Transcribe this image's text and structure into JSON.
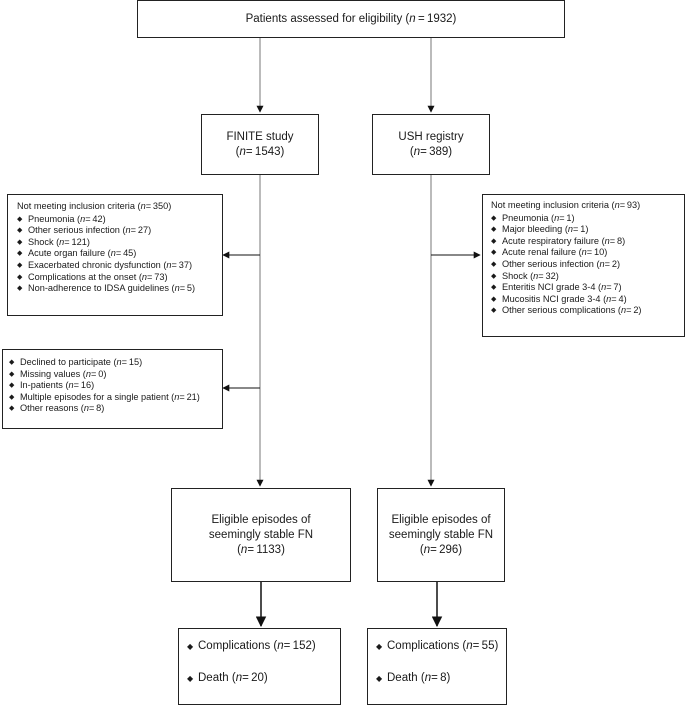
{
  "root": {
    "label": "Patients assessed for eligibility (",
    "n": "n",
    "value": " = 1932)"
  },
  "finite": {
    "title": "FINITE study",
    "count": "= 1543)"
  },
  "ush": {
    "title": "USH registry",
    "count": "= 389)"
  },
  "finite_excl": {
    "header": "Not meeting inclusion criteria (",
    "header_n": "= 350)",
    "items": [
      {
        "label": "Pneumonia (",
        "n": "= 42)"
      },
      {
        "label": "Other serious infection (",
        "n": "= 27)"
      },
      {
        "label": "Shock (",
        "n": "= 121)"
      },
      {
        "label": "Acute organ failure (",
        "n": "= 45)"
      },
      {
        "label": "Exacerbated chronic dysfunction (",
        "n": "= 37)"
      },
      {
        "label": "Complications at the onset (",
        "n": "= 73)"
      },
      {
        "label": "Non-adherence to IDSA guidelines (",
        "n": "= 5)"
      }
    ]
  },
  "finite_other": {
    "items": [
      {
        "label": "Declined to participate (",
        "n": "= 15)"
      },
      {
        "label": "Missing values (",
        "n": "= 0)"
      },
      {
        "label": "In-patients (",
        "n": "= 16)"
      },
      {
        "label": "Multiple episodes for a single patient (",
        "n": "= 21)"
      },
      {
        "label": "Other reasons (",
        "n": "= 8)"
      }
    ]
  },
  "ush_excl": {
    "header": "Not meeting inclusion criteria (",
    "header_n": "= 93)",
    "items": [
      {
        "label": "Pneumonia (",
        "n": "= 1)"
      },
      {
        "label": "Major bleeding (",
        "n": "= 1)"
      },
      {
        "label": "Acute respiratory failure (",
        "n": "= 8)"
      },
      {
        "label": "Acute renal failure (",
        "n": "= 10)"
      },
      {
        "label": "Other serious infection (",
        "n": "= 2)"
      },
      {
        "label": "Shock (",
        "n": "= 32)"
      },
      {
        "label": "Enteritis NCI grade 3-4 (",
        "n": "= 7)"
      },
      {
        "label": "Mucositis NCI grade 3-4 (",
        "n": "= 4)"
      },
      {
        "label": "Other serious complications (",
        "n": "= 2)"
      }
    ]
  },
  "finite_eligible": {
    "line1": "Eligible episodes of",
    "line2": "seemingly stable FN",
    "count": "= 1133)"
  },
  "ush_eligible": {
    "line1": "Eligible episodes of",
    "line2": "seemingly stable FN",
    "count": "= 296)"
  },
  "finite_outcome": {
    "items": [
      {
        "label": "Complications (",
        "n": "= 152)"
      },
      {
        "label": "Death (",
        "n": "= 20)"
      }
    ]
  },
  "ush_outcome": {
    "items": [
      {
        "label": "Complications (",
        "n": "= 55)"
      },
      {
        "label": "Death (",
        "n": "= 8)"
      }
    ]
  },
  "symbols": {
    "n": "n",
    "open": "(",
    "bullet": "◆"
  }
}
